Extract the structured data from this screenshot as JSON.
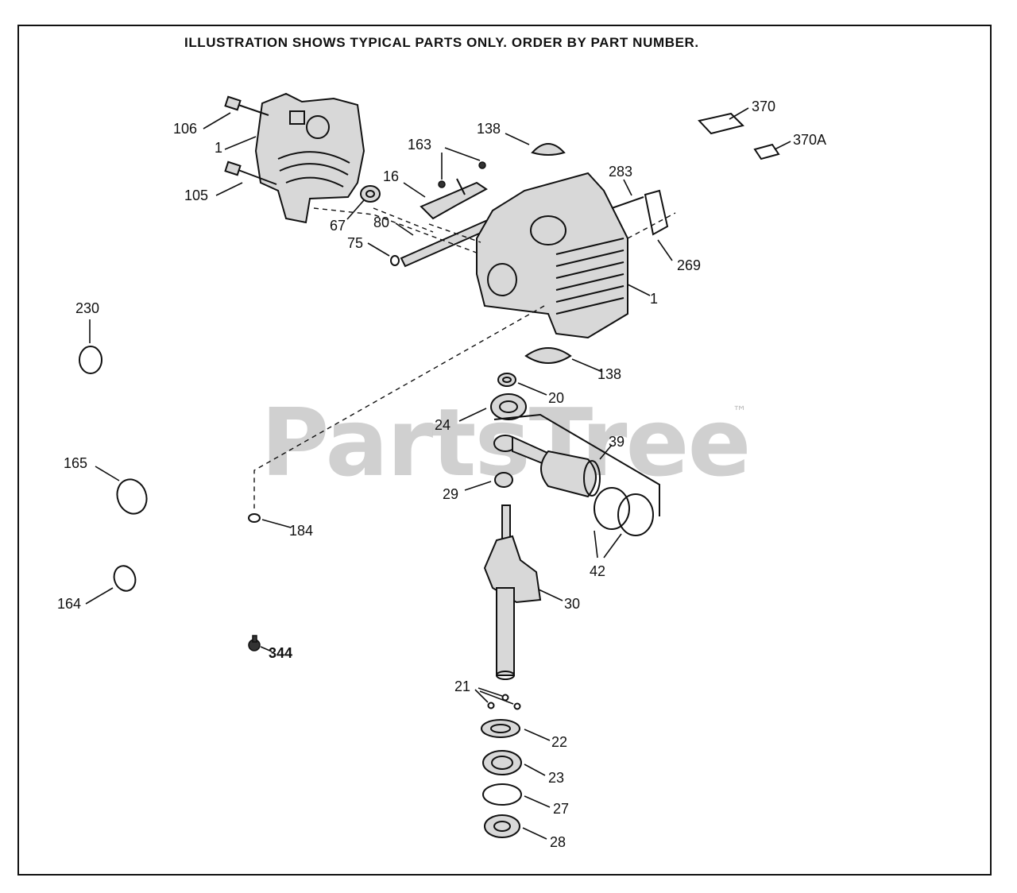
{
  "header": "ILLUSTRATION SHOWS TYPICAL PARTS ONLY. ORDER BY PART NUMBER.",
  "watermark": {
    "text": "PartsTree",
    "trademark": "™"
  },
  "callouts": {
    "c106": "106",
    "c1a": "1",
    "c105": "105",
    "c67": "67",
    "c75": "75",
    "c80": "80",
    "c16": "16",
    "c163": "163",
    "c138a": "138",
    "c370": "370",
    "c370a": "370A",
    "c283": "283",
    "c269": "269",
    "c1b": "1",
    "c138b": "138",
    "c230": "230",
    "c20": "20",
    "c24": "24",
    "c39": "39",
    "c165": "165",
    "c29": "29",
    "c184": "184",
    "c42": "42",
    "c164": "164",
    "c30": "30",
    "c344": "344",
    "c21": "21",
    "c22": "22",
    "c23": "23",
    "c27": "27",
    "c28": "28"
  },
  "colors": {
    "ink": "#111111",
    "watermark": "#969696"
  }
}
